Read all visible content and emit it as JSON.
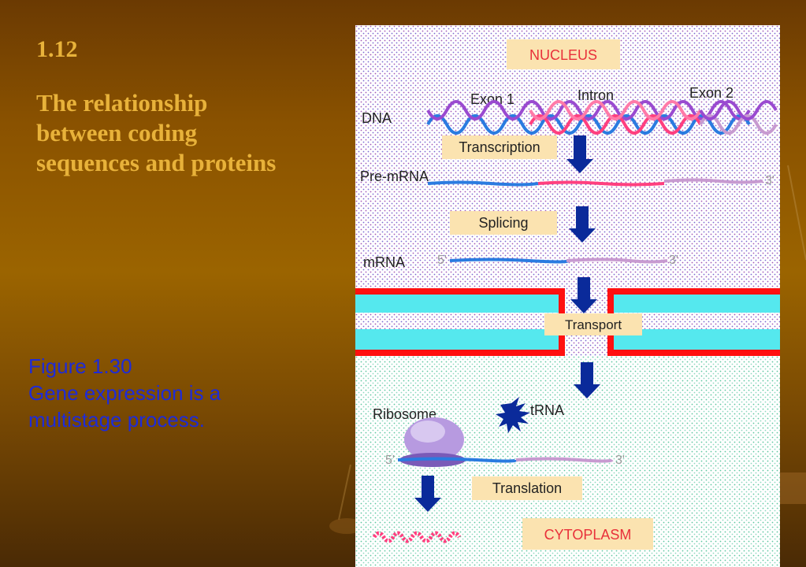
{
  "slide": {
    "number": "1.12",
    "title": "The relationship between coding sequences and proteins"
  },
  "caption": {
    "figure_ref": "Figure 1.30",
    "text": "Gene expression is a multistage process."
  },
  "figure": {
    "nucleus_label": "NUCLEUS",
    "cytoplasm_label": "CYTOPLASM",
    "dna_label": "DNA",
    "exon1_label": "Exon 1",
    "intron_label": "Intron",
    "exon2_label": "Exon 2",
    "transcription_label": "Transcription",
    "premrna_label": "Pre-mRNA",
    "splicing_label": "Splicing",
    "mrna_label": "mRNA",
    "transport_label": "Transport",
    "ribosome_label": "Ribosome",
    "trna_label": "tRNA",
    "translation_label": "Translation",
    "five_prime": "5'",
    "three_prime": "3'",
    "colors": {
      "exon1": "#2a7be0",
      "intron": "#ff3f7f",
      "exon2": "#c79ad0",
      "arrow": "#0a2a9a",
      "membrane_border": "#ff1010",
      "membrane_fill": "#55e8ee",
      "label_box": "#fbe3b0"
    }
  }
}
